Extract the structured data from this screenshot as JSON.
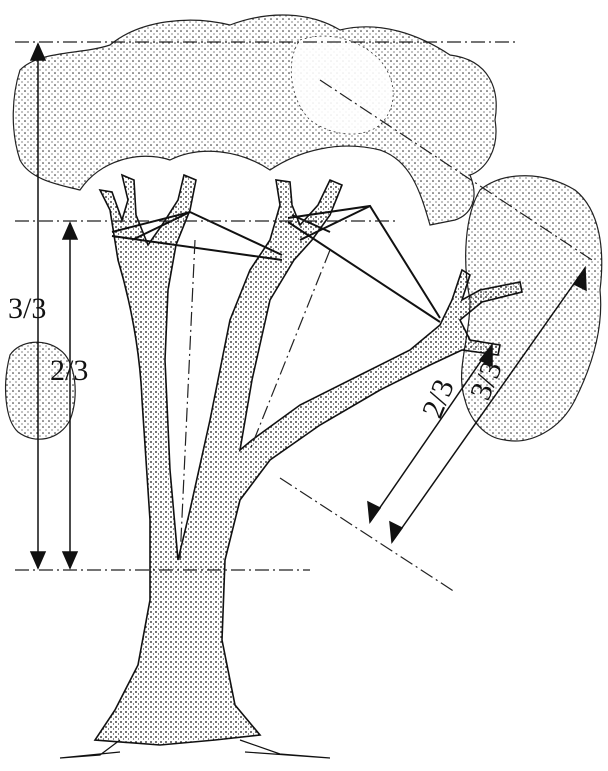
{
  "labels": {
    "left_full": "3/3",
    "left_two_thirds": "2/3",
    "right_full": "3/3",
    "right_two_thirds": "2/3"
  },
  "colors": {
    "ink": "#111111",
    "paper": "#ffffff"
  }
}
